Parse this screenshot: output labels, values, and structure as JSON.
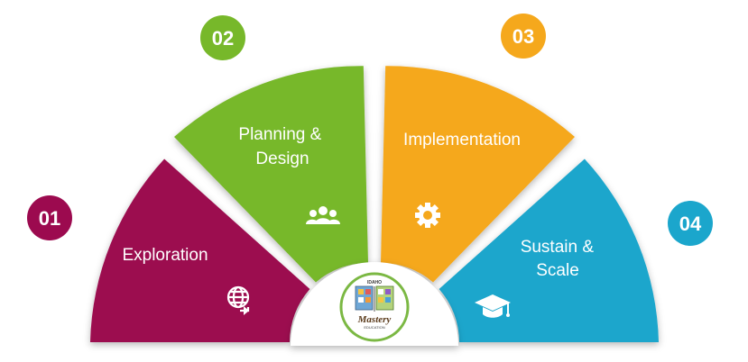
{
  "steps": [
    {
      "number": "01",
      "label_lines": [
        "Exploration"
      ],
      "icon": "globe-arrow-icon",
      "color": "#9c0a4f"
    },
    {
      "number": "02",
      "label_lines": [
        "Planning &",
        "Design"
      ],
      "icon": "team-icon",
      "color": "#77b82a"
    },
    {
      "number": "03",
      "label_lines": [
        "Implementation"
      ],
      "icon": "gear-icon",
      "color": "#f5a81c"
    },
    {
      "number": "04",
      "label_lines": [
        "Sustain &",
        "Scale"
      ],
      "icon": "graduation-cap-icon",
      "color": "#1ba6cc"
    }
  ],
  "logo": {
    "top_text": "IDAHO",
    "word": "Mastery",
    "bottom_text": "EDUCATION",
    "ring_color": "#7bb843"
  }
}
